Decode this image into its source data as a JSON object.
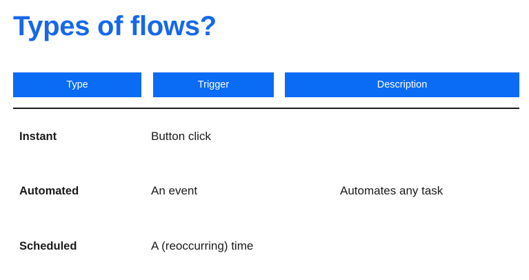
{
  "slide": {
    "title": "Types of flows?",
    "title_color": "#1668E8",
    "background_color": "#ffffff"
  },
  "table": {
    "header_background_color": "#0A6BF5",
    "header_text_color": "#ffffff",
    "rule_color": "#1a1a1a",
    "columns": [
      {
        "key": "type",
        "label": "Type"
      },
      {
        "key": "trigger",
        "label": "Trigger"
      },
      {
        "key": "description",
        "label": "Description"
      }
    ],
    "rows": [
      {
        "type": "Instant",
        "trigger": "Button click",
        "description": ""
      },
      {
        "type": "Automated",
        "trigger": "An event",
        "description": "Automates any task"
      },
      {
        "type": "Scheduled",
        "trigger": "A (reoccurring) time",
        "description": ""
      }
    ]
  }
}
